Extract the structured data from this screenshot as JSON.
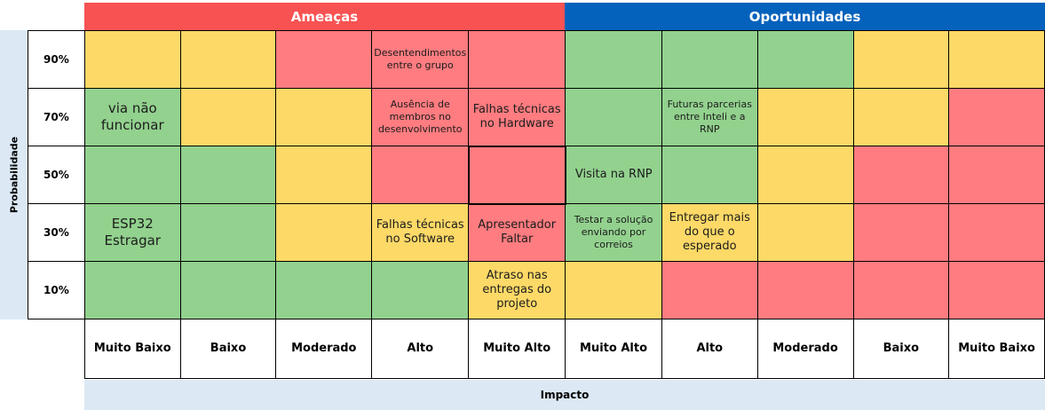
{
  "headers": {
    "threats": "Ameaças",
    "opportunities": "Oportunidades",
    "threats_color": "#f85252",
    "opportunities_color": "#0462bc"
  },
  "axes": {
    "probability": "Probabilidade",
    "impact": "Impacto"
  },
  "colors": {
    "green": "#92d18e",
    "yellow": "#fdd967",
    "red": "#ff7c80"
  },
  "column_labels": [
    "Muito Baixo",
    "Baixo",
    "Moderado",
    "Alto",
    "Muito Alto",
    "Muito Alto",
    "Alto",
    "Moderado",
    "Baixo",
    "Muito Baixo"
  ],
  "rows": [
    {
      "label": "90%",
      "cells": [
        {
          "color": "yellow",
          "text": ""
        },
        {
          "color": "yellow",
          "text": ""
        },
        {
          "color": "red",
          "text": ""
        },
        {
          "color": "red",
          "text": "Desentendimentos entre o grupo",
          "size": "small"
        },
        {
          "color": "red",
          "text": ""
        },
        {
          "color": "green",
          "text": ""
        },
        {
          "color": "green",
          "text": ""
        },
        {
          "color": "green",
          "text": ""
        },
        {
          "color": "yellow",
          "text": ""
        },
        {
          "color": "yellow",
          "text": ""
        }
      ]
    },
    {
      "label": "70%",
      "cells": [
        {
          "color": "green",
          "text": "via não funcionar",
          "size": "large"
        },
        {
          "color": "yellow",
          "text": ""
        },
        {
          "color": "yellow",
          "text": ""
        },
        {
          "color": "red",
          "text": "Ausência de membros no desenvolvimento",
          "size": "small"
        },
        {
          "color": "red",
          "text": "Falhas técnicas no Hardware",
          "size": "medium"
        },
        {
          "color": "green",
          "text": ""
        },
        {
          "color": "green",
          "text": "Futuras parcerias entre Inteli e a RNP",
          "size": "small"
        },
        {
          "color": "yellow",
          "text": ""
        },
        {
          "color": "yellow",
          "text": ""
        },
        {
          "color": "red",
          "text": ""
        }
      ]
    },
    {
      "label": "50%",
      "cells": [
        {
          "color": "green",
          "text": ""
        },
        {
          "color": "green",
          "text": ""
        },
        {
          "color": "yellow",
          "text": ""
        },
        {
          "color": "red",
          "text": ""
        },
        {
          "color": "red",
          "text": "",
          "selected": true
        },
        {
          "color": "green",
          "text": "Visita na RNP",
          "size": "medium"
        },
        {
          "color": "green",
          "text": ""
        },
        {
          "color": "yellow",
          "text": ""
        },
        {
          "color": "red",
          "text": ""
        },
        {
          "color": "red",
          "text": ""
        }
      ]
    },
    {
      "label": "30%",
      "cells": [
        {
          "color": "green",
          "text": "ESP32 Estragar",
          "size": "large"
        },
        {
          "color": "green",
          "text": ""
        },
        {
          "color": "yellow",
          "text": ""
        },
        {
          "color": "yellow",
          "text": "Falhas técnicas no Software",
          "size": "medium"
        },
        {
          "color": "red",
          "text": "Apresentador Faltar",
          "size": "medium"
        },
        {
          "color": "green",
          "text": "Testar a solução enviando por correios",
          "size": "small"
        },
        {
          "color": "yellow",
          "text": "Entregar mais do que o esperado",
          "size": "medium"
        },
        {
          "color": "yellow",
          "text": ""
        },
        {
          "color": "red",
          "text": ""
        },
        {
          "color": "red",
          "text": ""
        }
      ]
    },
    {
      "label": "10%",
      "cells": [
        {
          "color": "green",
          "text": ""
        },
        {
          "color": "green",
          "text": ""
        },
        {
          "color": "green",
          "text": ""
        },
        {
          "color": "green",
          "text": ""
        },
        {
          "color": "yellow",
          "text": "Atraso nas entregas do projeto",
          "size": "medium"
        },
        {
          "color": "yellow",
          "text": ""
        },
        {
          "color": "red",
          "text": ""
        },
        {
          "color": "red",
          "text": ""
        },
        {
          "color": "red",
          "text": ""
        },
        {
          "color": "red",
          "text": ""
        }
      ]
    }
  ]
}
